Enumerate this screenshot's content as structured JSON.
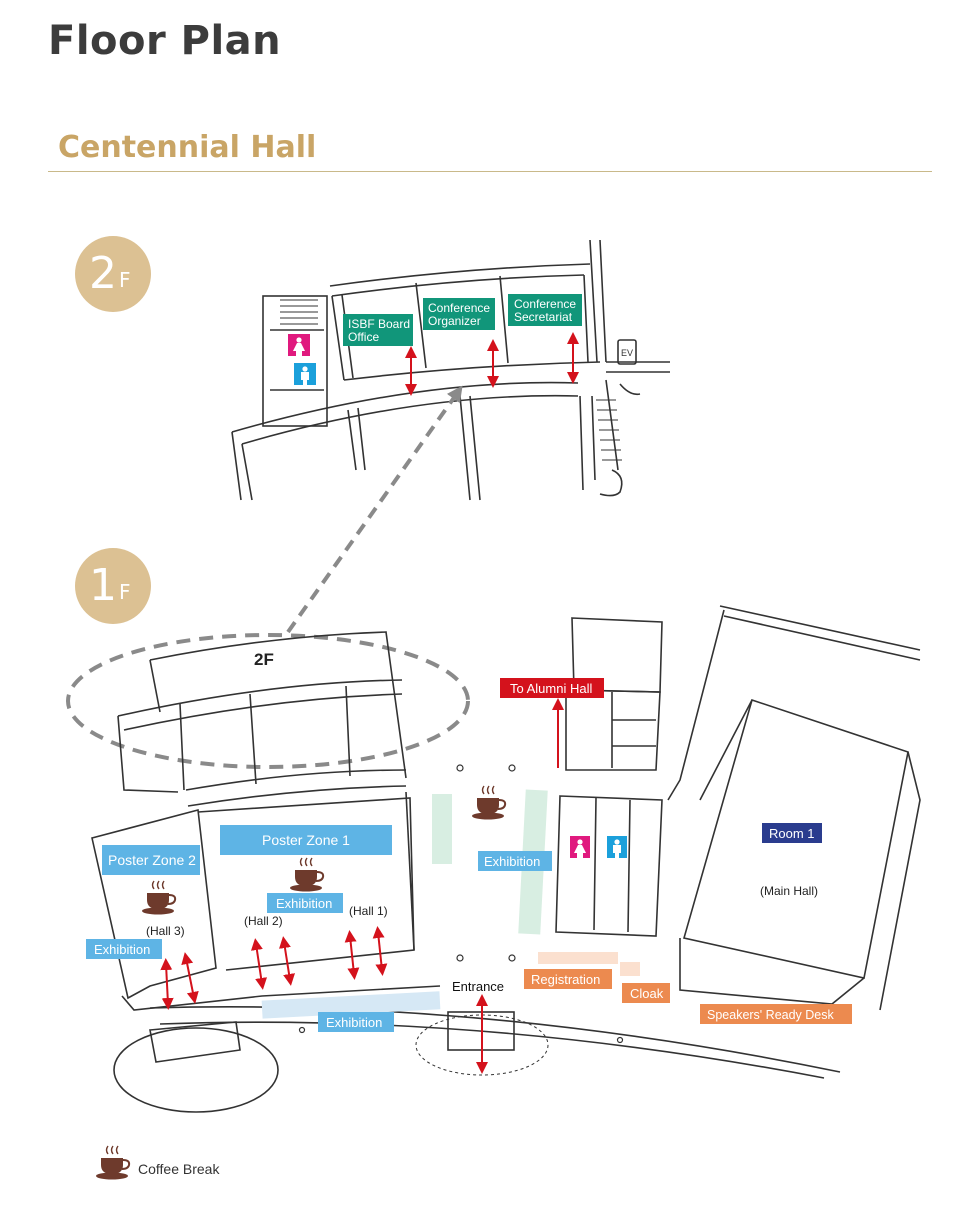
{
  "page": {
    "title": "Floor Plan",
    "section_title": "Centennial Hall"
  },
  "floors": {
    "second": {
      "label": "2",
      "suffix": "F"
    },
    "first": {
      "label": "1",
      "suffix": "F"
    }
  },
  "colors": {
    "gold": "#c9a566",
    "badge": "#dcc193",
    "green": "#11967a",
    "blue_label": "#5eb4e5",
    "navy": "#2a3c8e",
    "orange": "#ec8a4f",
    "red": "#d4121c",
    "magenta": "#e0197e",
    "cyan": "#1ba0db",
    "coffee": "#6e3a2c"
  },
  "plan_2f": {
    "rooms": {
      "isbf_line1": "ISBF Board",
      "isbf_line2": "Office",
      "organizer_line1": "Conference",
      "organizer_line2": "Organizer",
      "secretariat_line1": "Conference",
      "secretariat_line2": "Secretariat"
    },
    "elevator": "EV"
  },
  "plan_1f": {
    "zone_2f": "2F",
    "to_alumni_hall": "To Alumni Hall",
    "poster_zone_1": "Poster Zone 1",
    "poster_zone_2": "Poster Zone 2",
    "hall_1": "(Hall 1)",
    "hall_2": "(Hall 2)",
    "hall_3": "(Hall 3)",
    "exhibition": "Exhibition",
    "room_1": "Room 1",
    "main_hall": "(Main Hall)",
    "registration": "Registration",
    "cloak": "Cloak",
    "speakers_desk": "Speakers' Ready Desk",
    "entrance": "Entrance"
  },
  "legend": {
    "coffee_break": "Coffee Break"
  }
}
